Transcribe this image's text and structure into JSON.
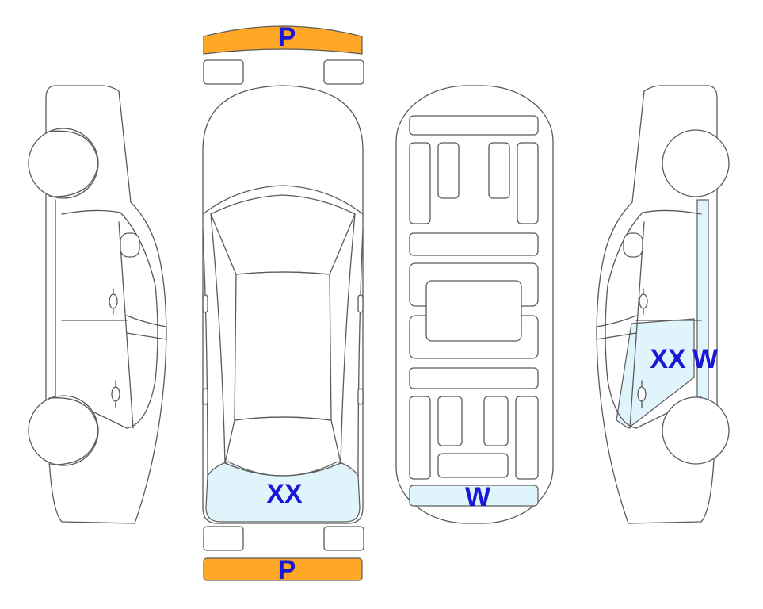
{
  "colors": {
    "label": "#1a17d6",
    "bumper_damage": "#ffa726",
    "damage_zone": "#dff5fb",
    "outline": "#5a5a5a"
  },
  "views": {
    "left_side": {
      "name": "left-side-view"
    },
    "top": {
      "name": "top-view"
    },
    "underbody": {
      "name": "underbody-view"
    },
    "right_side": {
      "name": "right-side-view"
    }
  },
  "markers": {
    "front_bumper": "P",
    "rear_bumper": "P",
    "rear_window": "XX",
    "underbody_rear": "W",
    "right_side_door": "XX",
    "right_side_pillar": "W"
  }
}
